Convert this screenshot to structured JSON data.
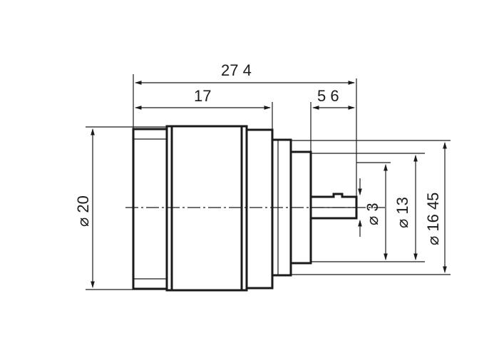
{
  "dimensions": {
    "overall_length": "27 4",
    "body_length": "17",
    "pin_length": "5 6",
    "diameter_body": "⌀ 20",
    "diameter_pin": "⌀ 3",
    "diameter_inner": "⌀ 13",
    "diameter_outer": "⌀ 16 45"
  },
  "colors": {
    "line": "#1a1a1a",
    "background": "#ffffff"
  }
}
